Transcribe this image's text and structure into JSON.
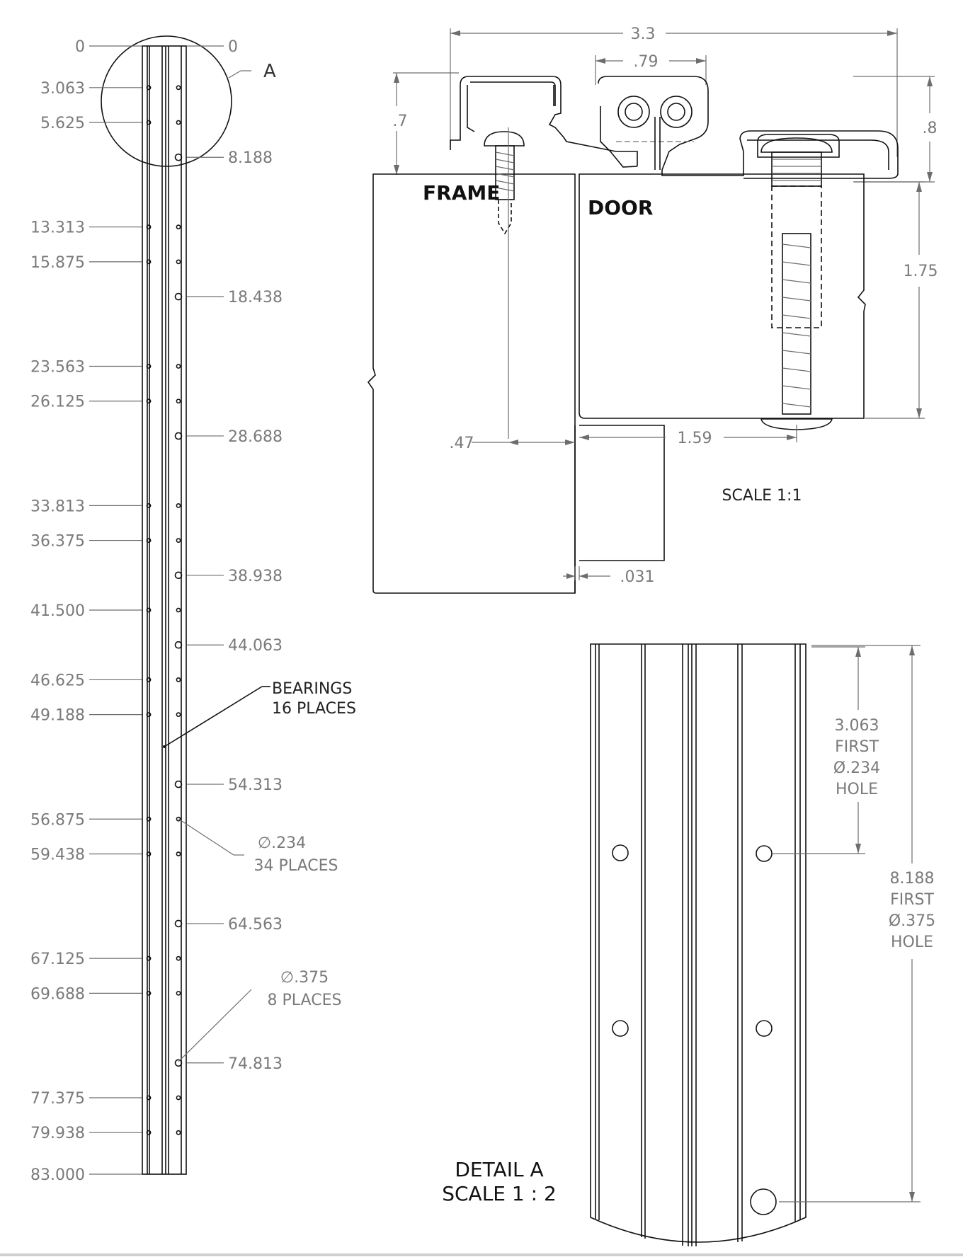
{
  "left_view": {
    "left_dims": [
      "0",
      "3.063",
      "5.625",
      "13.313",
      "15.875",
      "23.563",
      "26.125",
      "33.813",
      "36.375",
      "41.500",
      "46.625",
      "49.188",
      "56.875",
      "59.438",
      "67.125",
      "69.688",
      "77.375",
      "79.938",
      "83.000"
    ],
    "right_dims": [
      "0",
      "8.188",
      "18.438",
      "28.688",
      "38.938",
      "44.063",
      "54.313",
      "64.563",
      "74.813"
    ],
    "detail_callout": "A",
    "bearings_note": [
      "BEARINGS",
      "16 PLACES"
    ],
    "small_hole_note": [
      "∅.234",
      "34 PLACES"
    ],
    "large_hole_note": [
      "∅.375",
      "8 PLACES"
    ]
  },
  "section_view": {
    "dim_overall_width": "3.3",
    "dim_knuckle_width": ".79",
    "dim_left_height": ".7",
    "dim_right_height": ".8",
    "dim_door_height": "1.75",
    "dim_frame_offset": ".47",
    "dim_door_offset": "1.59",
    "dim_gap": ".031",
    "frame_label": "FRAME",
    "door_label": "DOOR",
    "scale_label": "SCALE 1:1"
  },
  "detail_view": {
    "dim_first_small": [
      "3.063",
      "FIRST",
      "Ø.234",
      "HOLE"
    ],
    "dim_first_large": [
      "8.188",
      "FIRST",
      "Ø.375",
      "HOLE"
    ],
    "title": [
      "DETAIL A",
      "SCALE 1 : 2"
    ]
  }
}
